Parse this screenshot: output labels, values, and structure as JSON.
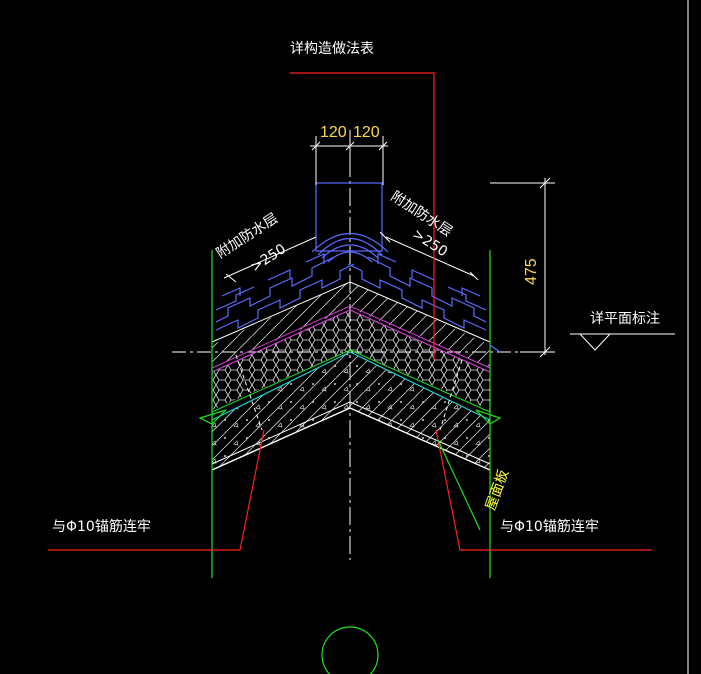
{
  "drawing": {
    "title_note": "详构造做法表",
    "left_membrane": "附加防水层",
    "right_membrane": "附加防水层",
    "left_overlap": ">250",
    "right_overlap": ">250",
    "dim_left": "120",
    "dim_right": "120",
    "height_dim": "475",
    "plan_note": "详平面标注",
    "anchor_left": "与Φ10锚筋连牢",
    "anchor_right": "与Φ10锚筋连牢",
    "roof_slab": "屋面板"
  },
  "colors": {
    "background": "#000000",
    "red": "#ff2020",
    "green": "#20e020",
    "yellow": "#ffd84a",
    "blue": "#5a6cff",
    "white": "#ffffff",
    "cyan": "#20d0d0",
    "magenta": "#d040d0"
  }
}
